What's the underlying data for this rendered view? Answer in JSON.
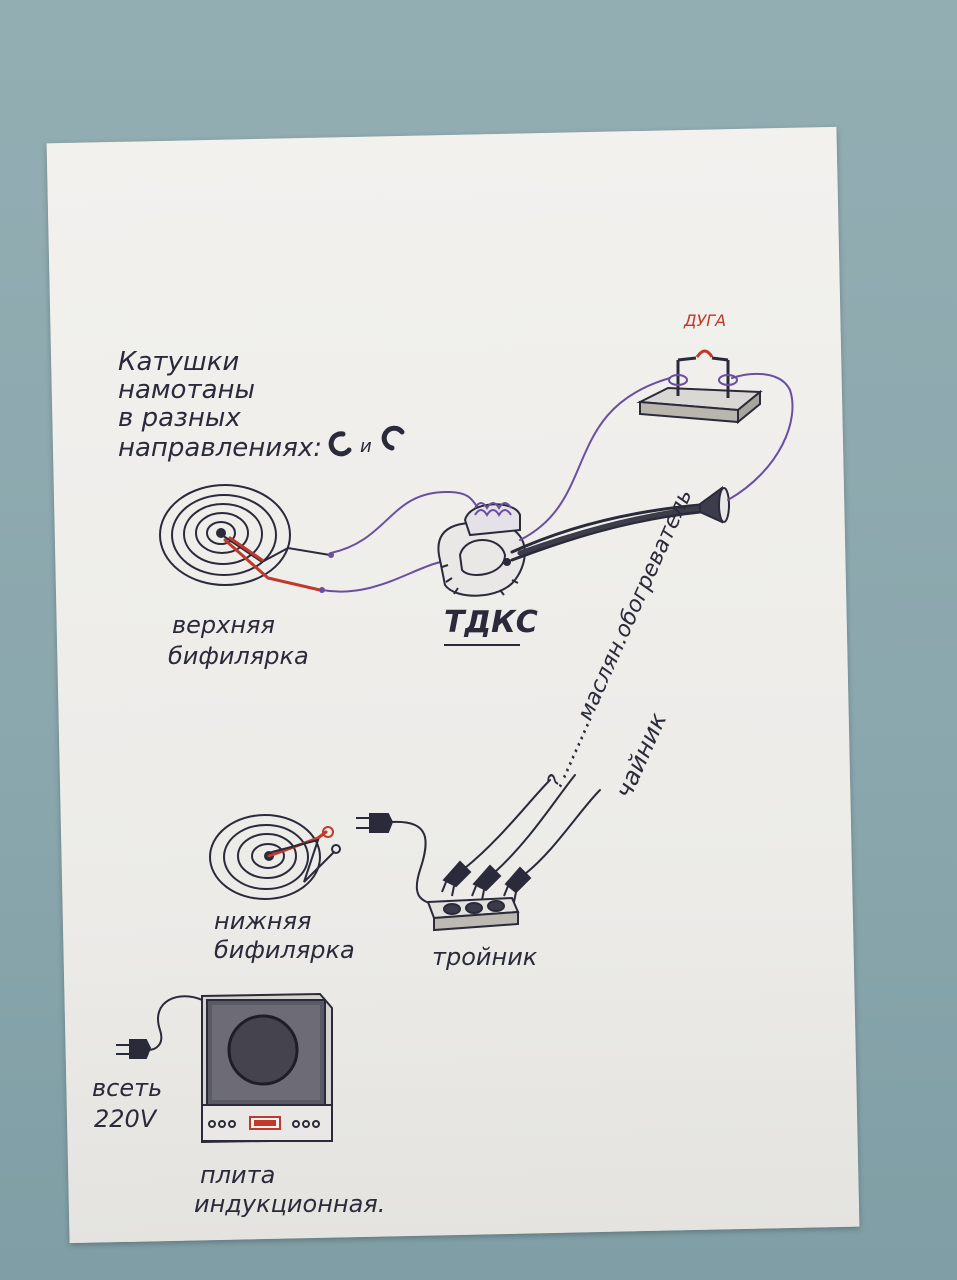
{
  "notes": {
    "coils_line1": "Катушки",
    "coils_line2": "намотаны",
    "coils_line3": "в разных",
    "coils_line4": "направлениях:",
    "coils_line4_tail": "и",
    "upper_bifilar_line1": "верхняя",
    "upper_bifilar_line2": "бифилярка",
    "tdks": "ТДКС",
    "arc": "ДУГА",
    "oil_heater": "?.........маслян.обогреватель",
    "kettle": "чайник",
    "lower_bifilar_line1": "нижняя",
    "lower_bifilar_line2": "бифилярка",
    "triple_socket": "тройник",
    "mains_line1": "всеть",
    "mains_line2": "220V",
    "stove_line1": "плита",
    "stove_line2": "индукционная."
  },
  "colors": {
    "ink": "#2a2a3a",
    "red_ink": "#c0392b",
    "purple_ink": "#6a4fa0",
    "paper": "#efeeeb",
    "background": "#8ea9af"
  }
}
